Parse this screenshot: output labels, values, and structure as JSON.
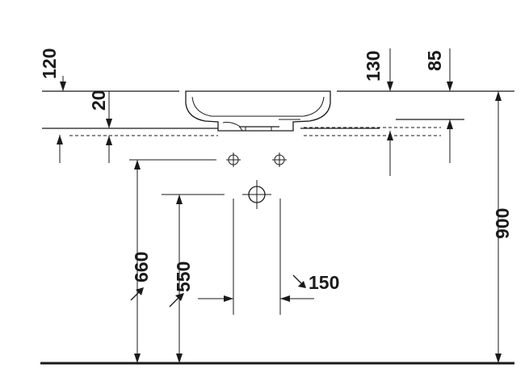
{
  "dimensions": {
    "top_left_120": "120",
    "top_left_20": "20",
    "top_130": "130",
    "top_85": "85",
    "height_900": "900",
    "height_660": "660",
    "height_550": "550",
    "offset_150": "150"
  }
}
